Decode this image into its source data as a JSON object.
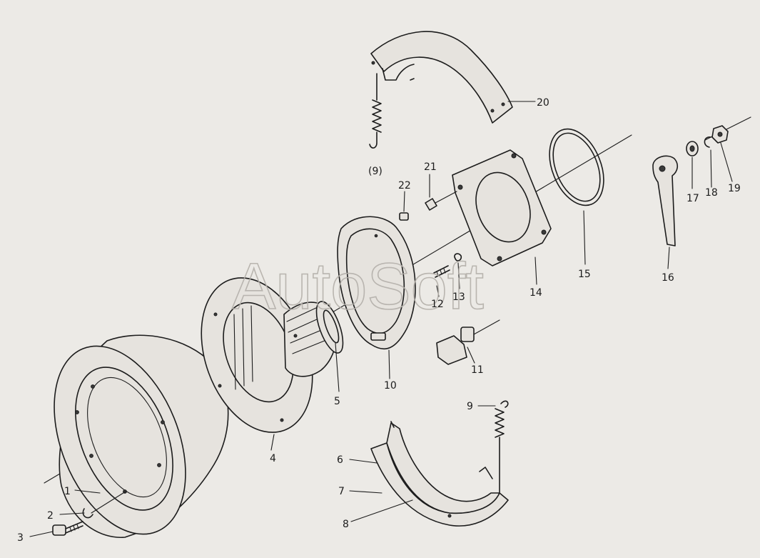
{
  "watermark": "AutoSoft",
  "colors": {
    "background": "#eceae6",
    "ink": "#1c1c1c",
    "watermark": "#b4b0aa"
  },
  "callouts": {
    "c1": "1",
    "c2": "2",
    "c3": "3",
    "c4": "4",
    "c5": "5",
    "c6": "6",
    "c7": "7",
    "c8": "8",
    "c9": "9",
    "c9p": "(9)",
    "c10": "10",
    "c11": "11",
    "c12": "12",
    "c13": "13",
    "c14": "14",
    "c15": "15",
    "c16": "16",
    "c17": "17",
    "c18": "18",
    "c19": "19",
    "c20": "20",
    "c21": "21",
    "c22": "22"
  }
}
